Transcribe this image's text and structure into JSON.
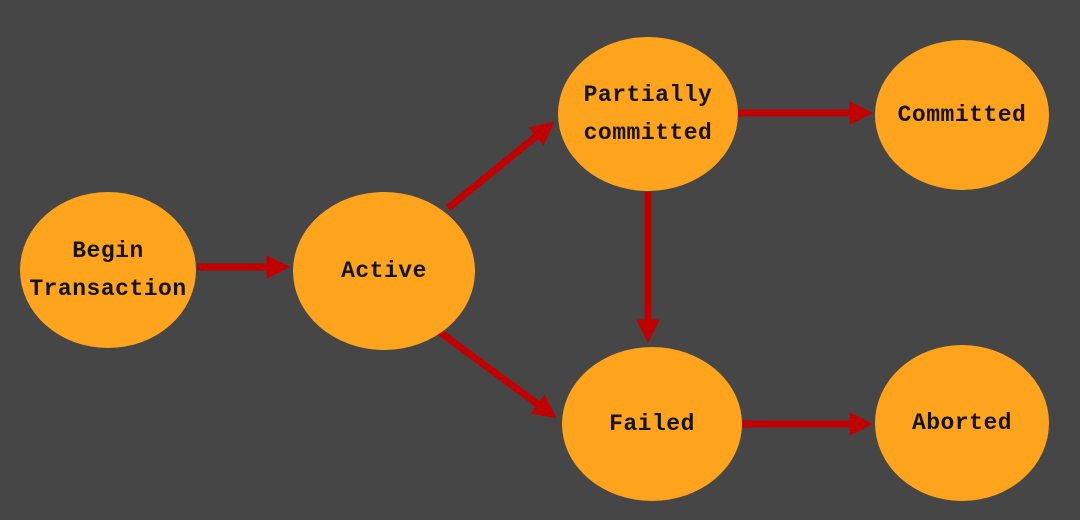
{
  "diagram": {
    "type": "state-diagram",
    "nodes": [
      {
        "id": "begin-transaction",
        "lines": [
          "Begin",
          "Transaction"
        ]
      },
      {
        "id": "active",
        "lines": [
          "Active"
        ]
      },
      {
        "id": "partially-committed",
        "lines": [
          "Partially",
          "committed"
        ]
      },
      {
        "id": "committed",
        "lines": [
          "Committed"
        ]
      },
      {
        "id": "failed",
        "lines": [
          "Failed"
        ]
      },
      {
        "id": "aborted",
        "lines": [
          "Aborted"
        ]
      }
    ],
    "edges": [
      {
        "from": "begin-transaction",
        "to": "active"
      },
      {
        "from": "active",
        "to": "partially-committed"
      },
      {
        "from": "active",
        "to": "failed"
      },
      {
        "from": "partially-committed",
        "to": "committed"
      },
      {
        "from": "partially-committed",
        "to": "failed"
      },
      {
        "from": "failed",
        "to": "aborted"
      }
    ],
    "colors": {
      "background": "#464646",
      "node_fill": "#FFA41C",
      "arrow": "#C00000",
      "text": "#141414"
    }
  }
}
